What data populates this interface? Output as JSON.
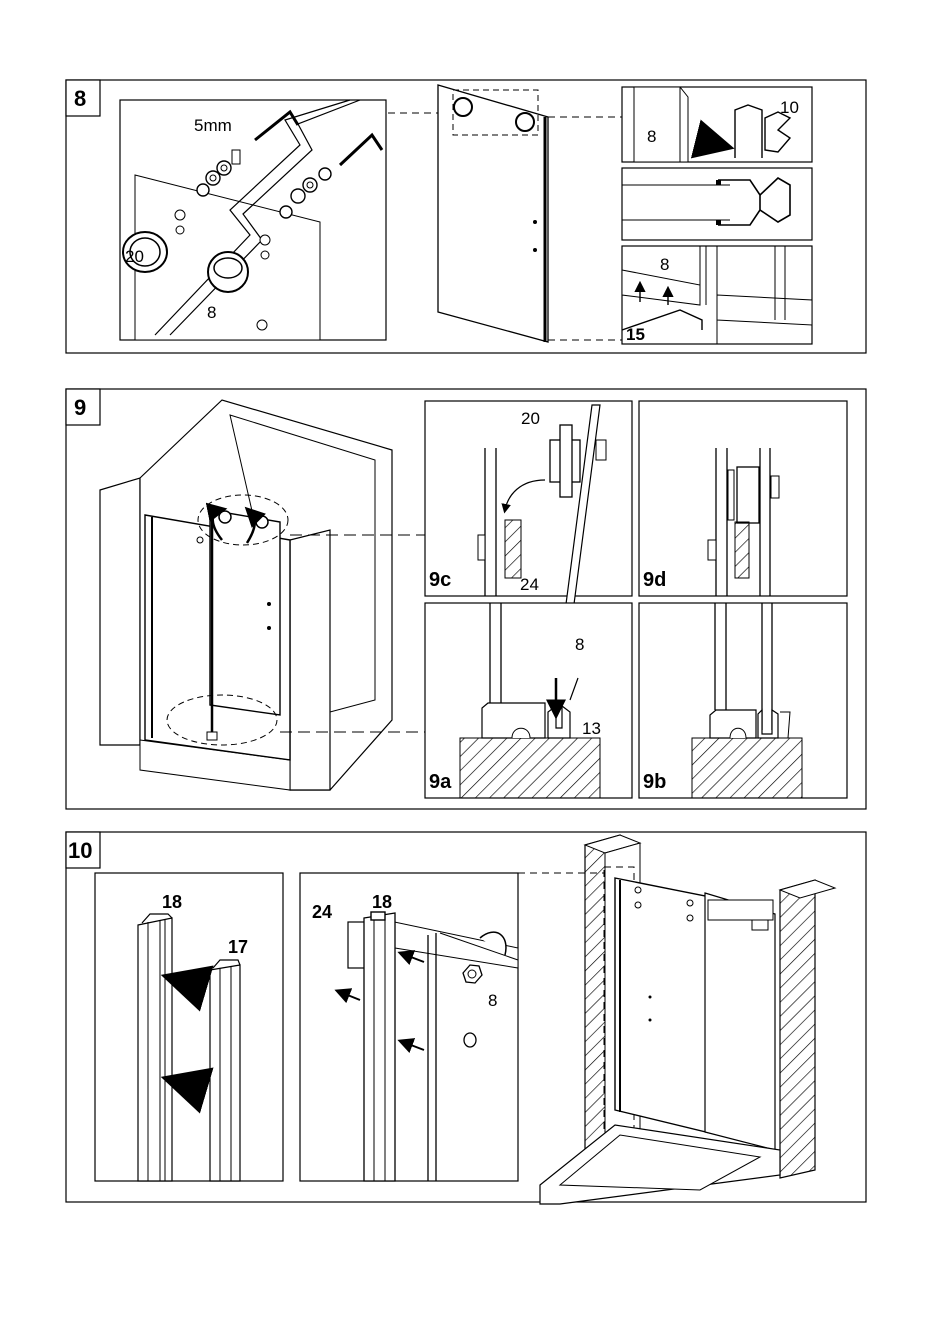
{
  "steps": [
    {
      "number": "8",
      "labels": {
        "hex_key": "5mm",
        "roller": "20",
        "glass": "8",
        "seal": "10",
        "glass_seal": "8",
        "glass_bottom": "8",
        "bottom_seal": "15"
      }
    },
    {
      "number": "9",
      "sub": {
        "c": "9c",
        "d": "9d",
        "a": "9a",
        "b": "9b"
      },
      "labels": {
        "roller": "20",
        "stopper": "24",
        "glass": "8",
        "guide": "13"
      }
    },
    {
      "number": "10",
      "labels": {
        "profile_a": "18",
        "profile_b": "17",
        "stopper": "24",
        "profile_c": "18",
        "glass": "8"
      }
    }
  ]
}
